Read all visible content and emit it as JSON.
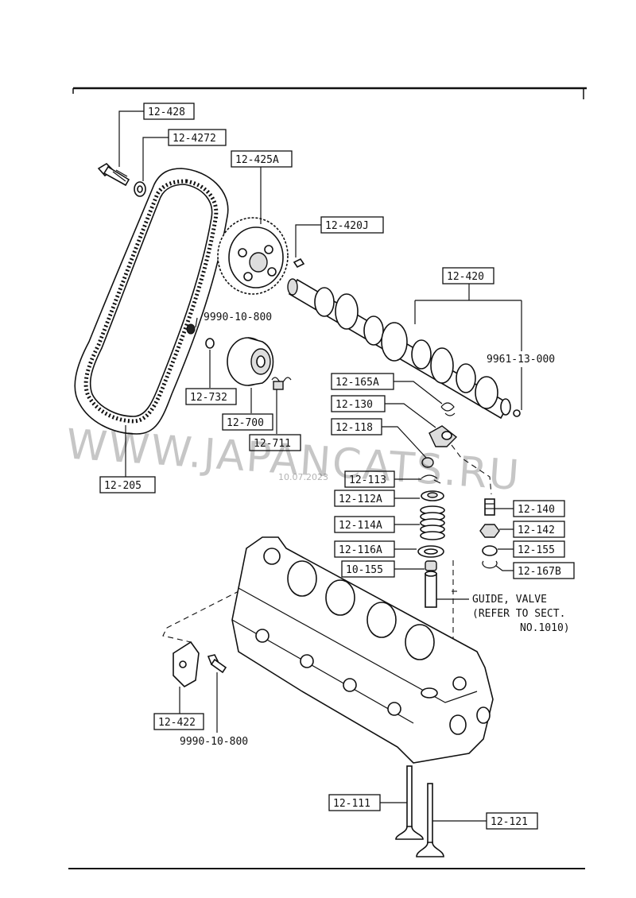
{
  "callouts": [
    {
      "label": "12-428"
    },
    {
      "label": "12-4272"
    },
    {
      "label": "12-425A"
    },
    {
      "label": "12-420J"
    },
    {
      "label": "12-420"
    },
    {
      "label": "12-165A"
    },
    {
      "label": "12-130"
    },
    {
      "label": "12-118"
    },
    {
      "label": "12-732"
    },
    {
      "label": "12-700"
    },
    {
      "label": "12-711"
    },
    {
      "label": "12-205"
    },
    {
      "label": "12-113"
    },
    {
      "label": "12-112A"
    },
    {
      "label": "12-114A"
    },
    {
      "label": "12-116A"
    },
    {
      "label": "10-155"
    },
    {
      "label": "12-140"
    },
    {
      "label": "12-142"
    },
    {
      "label": "12-155"
    },
    {
      "label": "12-167B"
    },
    {
      "label": "12-422"
    },
    {
      "label": "12-111"
    },
    {
      "label": "12-121"
    }
  ],
  "plain_labels": {
    "p9990_upper": "9990-10-800",
    "p9961": "9961-13-000",
    "p9990_lower": "9990-10-800"
  },
  "guide_note": {
    "line1": "GUIDE, VALVE",
    "line2": "(REFER TO SECT.",
    "line3": "NO.1010)"
  },
  "watermark": {
    "text": "WWW.JAPANCATS.RU",
    "date": "10.07.2023"
  }
}
